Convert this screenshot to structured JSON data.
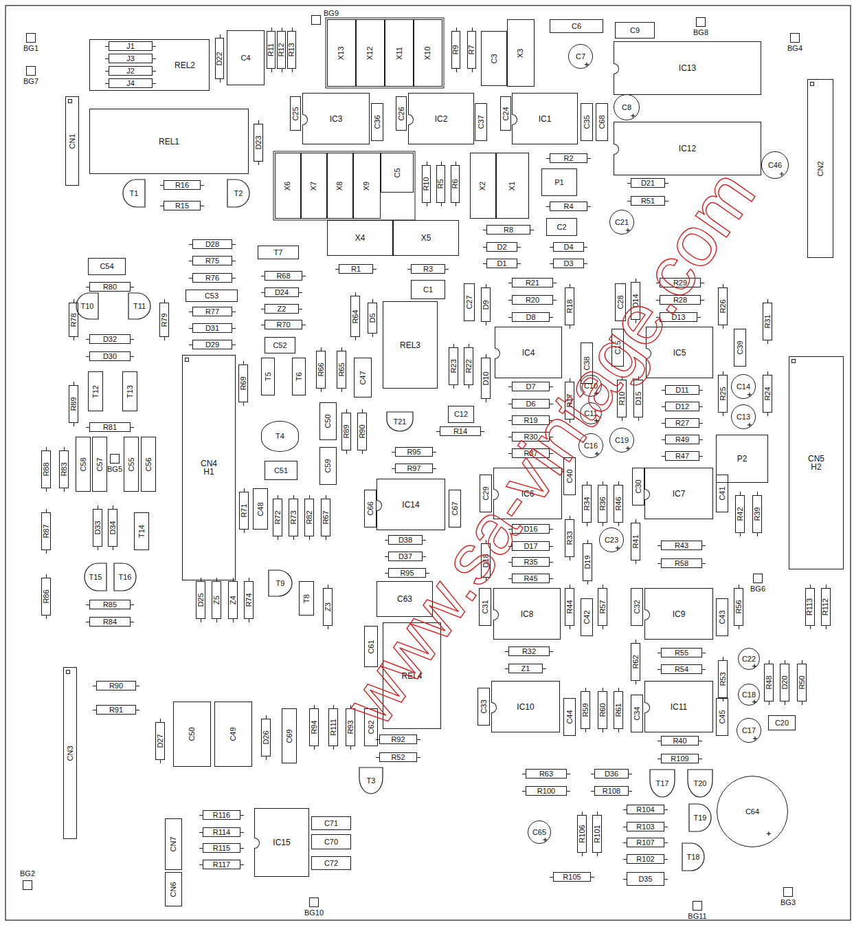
{
  "diagram": {
    "nodes": [
      {
        "text": [
          "BG1"
        ]
      },
      {
        "text": [
          "BG7"
        ]
      },
      {
        "text": [
          "REL2"
        ]
      },
      {
        "text": [
          "J1"
        ],
        "in": 2
      },
      {
        "text": [
          "J3"
        ],
        "in": 2
      },
      {
        "text": [
          "J2"
        ],
        "in": 2
      },
      {
        "text": [
          "J4"
        ],
        "in": 2
      },
      {
        "text": [
          "D22"
        ]
      },
      {
        "text": [
          "C4"
        ]
      },
      {
        "text": [
          "R11"
        ]
      },
      {
        "text": [
          "R12"
        ]
      },
      {
        "text": [
          "R13"
        ]
      },
      {
        "text": [
          "BG9"
        ]
      },
      {
        "text": [
          "X13"
        ]
      },
      {
        "text": [
          "X12"
        ]
      },
      {
        "text": [
          "X11"
        ]
      },
      {
        "text": [
          "X10"
        ]
      },
      {
        "text": [
          "R9"
        ]
      },
      {
        "text": [
          "R7"
        ]
      },
      {
        "text": [
          "C3"
        ]
      },
      {
        "text": [
          "X3"
        ]
      },
      {
        "text": [
          "C6"
        ]
      },
      {
        "text": [
          "C7"
        ]
      },
      {
        "text": [
          "C9"
        ]
      },
      {
        "text": [
          "BG8"
        ]
      },
      {
        "text": [
          "BG4"
        ]
      },
      {
        "text": [
          "IC13"
        ]
      },
      {
        "text": [
          "CN1"
        ]
      },
      {
        "text": [
          "REL1"
        ]
      },
      {
        "text": [
          "D23"
        ]
      },
      {
        "text": [
          "C25"
        ]
      },
      {
        "text": [
          "IC3"
        ]
      },
      {
        "text": [
          "C36"
        ]
      },
      {
        "text": [
          "C26"
        ]
      },
      {
        "text": [
          "IC2"
        ]
      },
      {
        "text": [
          "C37"
        ]
      },
      {
        "text": [
          "C24"
        ]
      },
      {
        "text": [
          "IC1"
        ]
      },
      {
        "text": [
          "C35"
        ]
      },
      {
        "text": [
          "C68"
        ]
      },
      {
        "text": [
          "C8"
        ]
      },
      {
        "text": [
          "IC12"
        ]
      },
      {
        "text": [
          "C46"
        ]
      },
      {
        "text": [
          "CN2"
        ]
      },
      {
        "text": [
          "T1"
        ]
      },
      {
        "text": [
          "R16"
        ]
      },
      {
        "text": [
          "R15"
        ]
      },
      {
        "text": [
          "T2"
        ]
      },
      {
        "text": [
          "X6"
        ]
      },
      {
        "text": [
          "X7"
        ]
      },
      {
        "text": [
          "X8"
        ]
      },
      {
        "text": [
          "X9"
        ]
      },
      {
        "text": [
          "C5"
        ]
      },
      {
        "text": [
          "R10"
        ]
      },
      {
        "text": [
          "R5"
        ]
      },
      {
        "text": [
          "R6"
        ]
      },
      {
        "text": [
          "X2"
        ]
      },
      {
        "text": [
          "X1"
        ]
      },
      {
        "text": [
          "R2"
        ]
      },
      {
        "text": [
          "P1"
        ]
      },
      {
        "text": [
          "R4"
        ]
      },
      {
        "text": [
          "D21"
        ]
      },
      {
        "text": [
          "R51"
        ]
      },
      {
        "text": [
          "X4"
        ]
      },
      {
        "text": [
          "X5"
        ]
      },
      {
        "text": [
          "R8"
        ]
      },
      {
        "text": [
          "C2"
        ]
      },
      {
        "text": [
          "C21"
        ]
      },
      {
        "text": [
          "D28"
        ]
      },
      {
        "text": [
          "T7"
        ]
      },
      {
        "text": [
          "D2"
        ]
      },
      {
        "text": [
          "D4"
        ]
      },
      {
        "text": [
          "R75"
        ]
      },
      {
        "text": [
          "D1"
        ]
      },
      {
        "text": [
          "D3"
        ]
      },
      {
        "text": [
          "C54"
        ]
      },
      {
        "text": [
          "R1"
        ]
      },
      {
        "text": [
          "R3"
        ]
      },
      {
        "text": [
          "R68"
        ]
      },
      {
        "text": [
          "R76"
        ]
      },
      {
        "text": [
          "R21"
        ]
      },
      {
        "text": [
          "R29"
        ]
      },
      {
        "text": [
          "R80"
        ]
      },
      {
        "text": [
          "C1"
        ]
      },
      {
        "text": [
          "C27"
        ]
      },
      {
        "text": [
          "D9"
        ]
      },
      {
        "text": [
          "R18"
        ]
      },
      {
        "text": [
          "C28"
        ]
      },
      {
        "text": [
          "D14"
        ]
      },
      {
        "text": [
          "D24"
        ]
      },
      {
        "text": [
          "C53"
        ]
      },
      {
        "text": [
          "T10"
        ]
      },
      {
        "text": [
          "T11"
        ]
      },
      {
        "text": [
          "R20"
        ]
      },
      {
        "text": [
          "R28"
        ]
      },
      {
        "text": [
          "R26"
        ]
      },
      {
        "text": [
          "R64"
        ]
      },
      {
        "text": [
          "D5"
        ]
      },
      {
        "text": [
          "REL3"
        ]
      },
      {
        "text": [
          "R78"
        ]
      },
      {
        "text": [
          "R79"
        ]
      },
      {
        "text": [
          "Z2"
        ]
      },
      {
        "text": [
          "R77"
        ]
      },
      {
        "text": [
          "R31"
        ]
      },
      {
        "text": [
          "D8"
        ]
      },
      {
        "text": [
          "D13"
        ]
      },
      {
        "text": [
          "R70"
        ]
      },
      {
        "text": [
          "D31"
        ]
      },
      {
        "text": [
          "IC4"
        ]
      },
      {
        "text": [
          "C15"
        ]
      },
      {
        "text": [
          "IC5"
        ]
      },
      {
        "text": [
          "C39"
        ]
      },
      {
        "text": [
          "D32"
        ]
      },
      {
        "text": [
          "C52"
        ]
      },
      {
        "text": [
          "D29"
        ]
      },
      {
        "text": [
          "C38"
        ]
      },
      {
        "text": [
          "R23"
        ]
      },
      {
        "text": [
          "R22"
        ]
      },
      {
        "text": [
          "R66"
        ]
      },
      {
        "text": [
          "R65"
        ]
      },
      {
        "text": [
          "D30"
        ]
      },
      {
        "text": [
          "CN4",
          "H1"
        ]
      },
      {
        "text": [
          "CN5",
          "H2"
        ]
      },
      {
        "text": [
          "T5"
        ]
      },
      {
        "text": [
          "T6"
        ]
      },
      {
        "text": [
          "C47"
        ]
      },
      {
        "text": [
          "D10"
        ]
      },
      {
        "text": [
          "R69"
        ]
      },
      {
        "text": [
          "T12"
        ]
      },
      {
        "text": [
          "T13"
        ]
      },
      {
        "text": [
          "R25"
        ]
      },
      {
        "text": [
          "R24"
        ]
      },
      {
        "text": [
          "D7"
        ]
      },
      {
        "text": [
          "R17"
        ]
      },
      {
        "text": [
          "C10"
        ]
      },
      {
        "text": [
          "R10"
        ]
      },
      {
        "text": [
          "D15"
        ]
      },
      {
        "text": [
          "D11"
        ]
      },
      {
        "text": [
          "C14"
        ]
      },
      {
        "text": [
          "R89"
        ]
      },
      {
        "text": [
          "D6"
        ]
      },
      {
        "text": [
          "D12"
        ]
      },
      {
        "text": [
          "C50"
        ]
      },
      {
        "text": [
          "C11"
        ]
      },
      {
        "text": [
          "C13"
        ]
      },
      {
        "text": [
          "C12"
        ]
      },
      {
        "text": [
          "T21"
        ]
      },
      {
        "text": [
          "R89"
        ]
      },
      {
        "text": [
          "R90"
        ]
      },
      {
        "text": [
          "R19"
        ]
      },
      {
        "text": [
          "R27"
        ]
      },
      {
        "text": [
          "T4"
        ]
      },
      {
        "text": [
          "R81"
        ]
      },
      {
        "text": [
          "R14"
        ]
      },
      {
        "text": [
          "R30"
        ]
      },
      {
        "text": [
          "R49"
        ]
      },
      {
        "text": [
          "P2"
        ]
      },
      {
        "text": [
          "C58"
        ]
      },
      {
        "text": [
          "C57"
        ]
      },
      {
        "text": [
          "BG5"
        ]
      },
      {
        "text": [
          "C55"
        ]
      },
      {
        "text": [
          "C56"
        ]
      },
      {
        "text": [
          "C16"
        ]
      },
      {
        "text": [
          "C19"
        ]
      },
      {
        "text": [
          "R95"
        ]
      },
      {
        "text": [
          "C59"
        ]
      },
      {
        "text": [
          "R37"
        ]
      },
      {
        "text": [
          "R88"
        ]
      },
      {
        "text": [
          "R83"
        ]
      },
      {
        "text": [
          "R47"
        ]
      },
      {
        "text": [
          "C40"
        ]
      },
      {
        "text": [
          "C51"
        ]
      },
      {
        "text": [
          "R97"
        ]
      },
      {
        "text": [
          "C29"
        ]
      },
      {
        "text": [
          "IC6"
        ]
      },
      {
        "text": [
          "C30"
        ]
      },
      {
        "text": [
          "IC7"
        ]
      },
      {
        "text": [
          "C41"
        ]
      },
      {
        "text": [
          "IC14"
        ]
      },
      {
        "text": [
          "C66"
        ]
      },
      {
        "text": [
          "C67"
        ]
      },
      {
        "text": [
          "R34"
        ]
      },
      {
        "text": [
          "R36"
        ]
      },
      {
        "text": [
          "R46"
        ]
      },
      {
        "text": [
          "C48"
        ]
      },
      {
        "text": [
          "R71"
        ]
      },
      {
        "text": [
          "R42"
        ]
      },
      {
        "text": [
          "R39"
        ]
      },
      {
        "text": [
          "R72"
        ]
      },
      {
        "text": [
          "R73"
        ]
      },
      {
        "text": [
          "R82"
        ]
      },
      {
        "text": [
          "R67"
        ]
      },
      {
        "text": [
          "D33"
        ]
      },
      {
        "text": [
          "D34"
        ]
      },
      {
        "text": [
          "T14"
        ]
      },
      {
        "text": [
          "R87"
        ]
      },
      {
        "text": [
          "R33"
        ]
      },
      {
        "text": [
          "R41"
        ]
      },
      {
        "text": [
          "D16"
        ]
      },
      {
        "text": [
          "D38"
        ]
      },
      {
        "text": [
          "C23"
        ]
      },
      {
        "text": [
          "R43"
        ]
      },
      {
        "text": [
          "D17"
        ]
      },
      {
        "text": [
          "D18"
        ]
      },
      {
        "text": [
          "D19"
        ]
      },
      {
        "text": [
          "D37"
        ]
      },
      {
        "text": [
          "R35"
        ]
      },
      {
        "text": [
          "R58"
        ]
      },
      {
        "text": [
          "T15"
        ]
      },
      {
        "text": [
          "T16"
        ]
      },
      {
        "text": [
          "R95"
        ]
      },
      {
        "text": [
          "T9"
        ]
      },
      {
        "text": [
          "R45"
        ]
      },
      {
        "text": [
          "BG6"
        ]
      },
      {
        "text": [
          "R86"
        ]
      },
      {
        "text": [
          "D25"
        ]
      },
      {
        "text": [
          "Z5"
        ]
      },
      {
        "text": [
          "Z4"
        ]
      },
      {
        "text": [
          "R74"
        ]
      },
      {
        "text": [
          "T8"
        ]
      },
      {
        "text": [
          "C63"
        ]
      },
      {
        "text": [
          "Z3"
        ]
      },
      {
        "text": [
          "C31"
        ]
      },
      {
        "text": [
          "IC8"
        ]
      },
      {
        "text": [
          "R44"
        ]
      },
      {
        "text": [
          "R57"
        ]
      },
      {
        "text": [
          "C32"
        ]
      },
      {
        "text": [
          "IC9"
        ]
      },
      {
        "text": [
          "R56"
        ]
      },
      {
        "text": [
          "R113"
        ]
      },
      {
        "text": [
          "R112"
        ]
      },
      {
        "text": [
          "C42"
        ]
      },
      {
        "text": [
          "C43"
        ]
      },
      {
        "text": [
          "R85"
        ]
      },
      {
        "text": [
          "R84"
        ]
      },
      {
        "text": [
          "REL4"
        ]
      },
      {
        "text": [
          "C61"
        ]
      },
      {
        "text": [
          "R62"
        ]
      },
      {
        "text": [
          "R32"
        ]
      },
      {
        "text": [
          "R55"
        ]
      },
      {
        "text": [
          "C22"
        ]
      },
      {
        "text": [
          "R53"
        ]
      },
      {
        "text": [
          "Z1"
        ]
      },
      {
        "text": [
          "R54"
        ]
      },
      {
        "text": [
          "R48"
        ]
      },
      {
        "text": [
          "D20"
        ]
      },
      {
        "text": [
          "R50"
        ]
      },
      {
        "text": [
          "CN3"
        ]
      },
      {
        "text": [
          "R90"
        ]
      },
      {
        "text": [
          "IC10"
        ]
      },
      {
        "text": [
          "IC11"
        ]
      },
      {
        "text": [
          "C33"
        ]
      },
      {
        "text": [
          "C18"
        ]
      },
      {
        "text": [
          "R59"
        ]
      },
      {
        "text": [
          "R60"
        ]
      },
      {
        "text": [
          "R61"
        ]
      },
      {
        "text": [
          "C34"
        ]
      },
      {
        "text": [
          "C44"
        ]
      },
      {
        "text": [
          "C45"
        ]
      },
      {
        "text": [
          "C50"
        ]
      },
      {
        "text": [
          "C49"
        ]
      },
      {
        "text": [
          "R91"
        ]
      },
      {
        "text": [
          "C69"
        ]
      },
      {
        "text": [
          "R94"
        ]
      },
      {
        "text": [
          "R111"
        ]
      },
      {
        "text": [
          "R93"
        ]
      },
      {
        "text": [
          "C62"
        ]
      },
      {
        "text": [
          "C20"
        ]
      },
      {
        "text": [
          "D26"
        ]
      },
      {
        "text": [
          "D27"
        ]
      },
      {
        "text": [
          "C17"
        ]
      },
      {
        "text": [
          "R92"
        ]
      },
      {
        "text": [
          "R40"
        ]
      },
      {
        "text": [
          "R52"
        ]
      },
      {
        "text": [
          "R109"
        ]
      },
      {
        "text": [
          "T3"
        ]
      },
      {
        "text": [
          "R63"
        ]
      },
      {
        "text": [
          "D36"
        ]
      },
      {
        "text": [
          "T17"
        ]
      },
      {
        "text": [
          "T20"
        ]
      },
      {
        "text": [
          "C64"
        ]
      },
      {
        "text": [
          "R100"
        ]
      },
      {
        "text": [
          "R108"
        ]
      },
      {
        "text": [
          "T19"
        ]
      },
      {
        "text": [
          "R104"
        ]
      },
      {
        "text": [
          "IC15"
        ]
      },
      {
        "text": [
          "R116"
        ]
      },
      {
        "text": [
          "R106"
        ]
      },
      {
        "text": [
          "R101"
        ]
      },
      {
        "text": [
          "C71"
        ]
      },
      {
        "text": [
          "CN7"
        ]
      },
      {
        "text": [
          "C65"
        ]
      },
      {
        "text": [
          "R103"
        ]
      },
      {
        "text": [
          "R114"
        ]
      },
      {
        "text": [
          "C70"
        ]
      },
      {
        "text": [
          "R107"
        ]
      },
      {
        "text": [
          "T18"
        ]
      },
      {
        "text": [
          "R115"
        ]
      },
      {
        "text": [
          "R102"
        ]
      },
      {
        "text": [
          "C72"
        ]
      },
      {
        "text": [
          "R117"
        ]
      },
      {
        "text": [
          "R105"
        ]
      },
      {
        "text": [
          "D35"
        ]
      },
      {
        "text": [
          "CN6"
        ]
      },
      {
        "text": [
          "BG2"
        ]
      },
      {
        "text": [
          "BG10"
        ]
      },
      {
        "text": [
          "BG11"
        ]
      },
      {
        "text": [
          "BG3"
        ]
      }
    ],
    "labels": [
      "www.sa-vintage.com"
    ]
  }
}
